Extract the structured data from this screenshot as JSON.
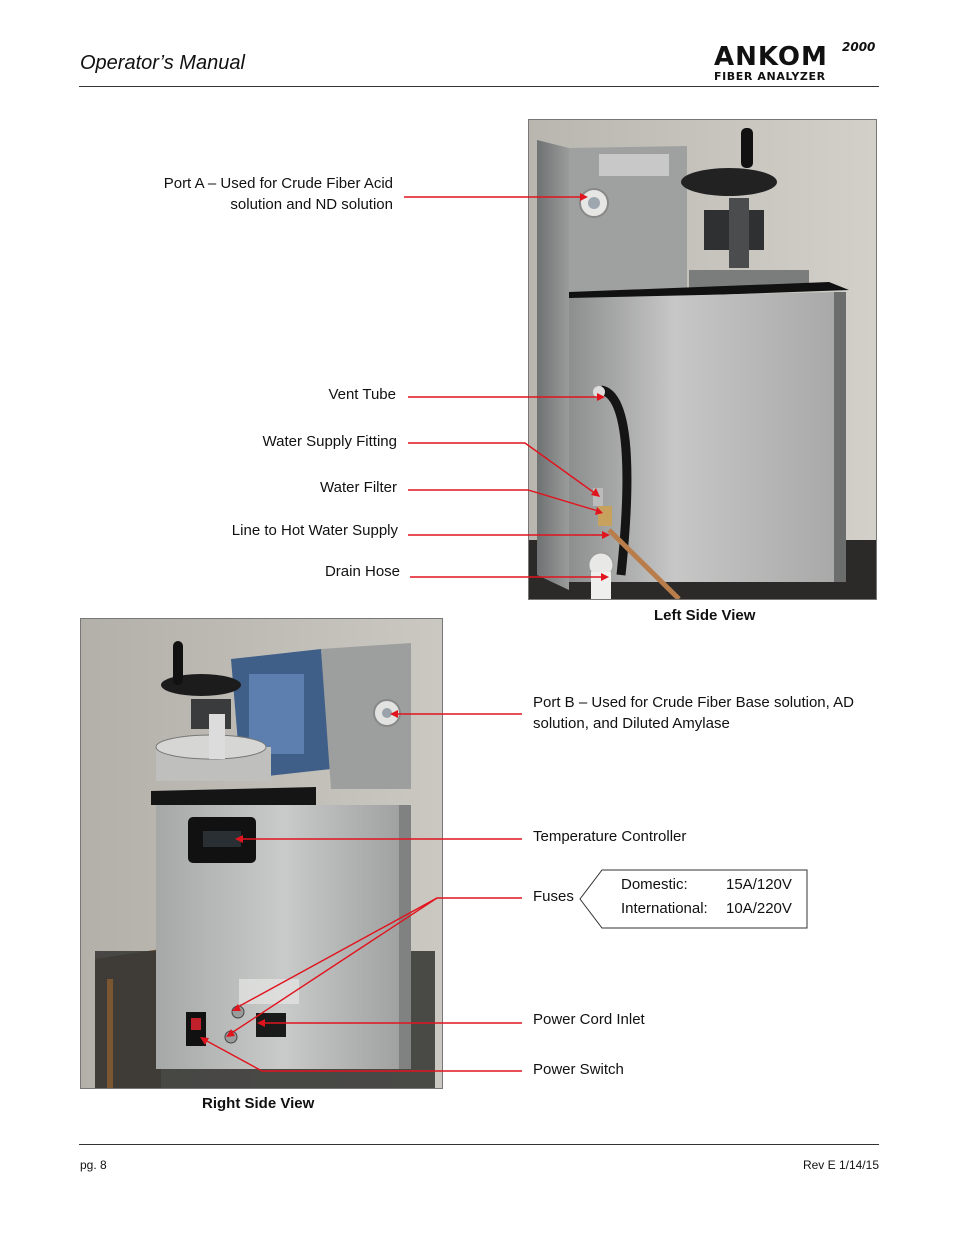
{
  "header": {
    "title": "Operator’s Manual",
    "logo_main": "ANKOM",
    "logo_super": "2000",
    "logo_sub": "FIBER ANALYZER"
  },
  "left_view": {
    "caption": "Left Side View",
    "callouts": {
      "port_a": "Port A – Used for Crude Fiber Acid solution and ND solution",
      "vent_tube": "Vent Tube",
      "water_supply_fitting": "Water Supply Fitting",
      "water_filter": "Water Filter",
      "line_hot_water": "Line to Hot Water Supply",
      "drain_hose": "Drain Hose"
    }
  },
  "right_view": {
    "caption": "Right Side View",
    "callouts": {
      "port_b": "Port B – Used for Crude Fiber Base solution, AD solution, and Diluted Amylase",
      "temperature_controller": "Temperature Controller",
      "fuses": "Fuses",
      "power_cord_inlet": "Power Cord Inlet",
      "power_switch": "Power Switch"
    },
    "fuses_table": [
      {
        "region": "Domestic:",
        "rating": "15A/120V"
      },
      {
        "region": "International:",
        "rating": "10A/220V"
      }
    ]
  },
  "footer": {
    "page": "pg. 8",
    "revision": "Rev E 1/14/15"
  },
  "colors": {
    "leader_line": "#e0141e"
  }
}
